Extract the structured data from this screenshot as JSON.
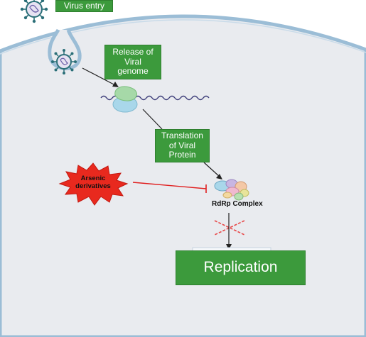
{
  "virus_entry": "Virus entry",
  "release": "Release of Viral genome",
  "translation": "Translation of Viral Protein",
  "rdrp": "RdRp Complex",
  "arsenic": "Arsenic derivatives",
  "replication": "Replication",
  "colors": {
    "box_green": "#3c9a3c",
    "cell_fill": "#e9ebef",
    "membrane": "#9bbdd6",
    "inhibit_red": "#e01f1f",
    "virus_teal": "#2b6f78"
  }
}
